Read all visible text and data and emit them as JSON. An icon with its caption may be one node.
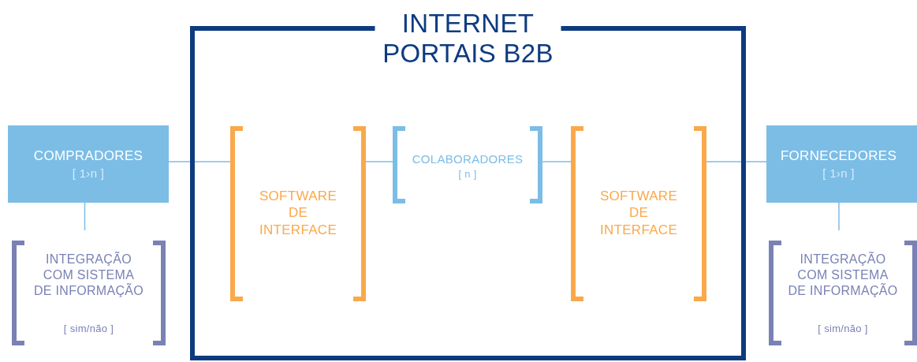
{
  "diagram": {
    "nodes": [
      {
        "text": [
          "INTERNET PORTAIS B2B"
        ]
      },
      {
        "text": [
          "COMPRADORES",
          "[ 1›n ]"
        ]
      },
      {
        "text": [
          "INTEGRAÇÃO COM SISTEMA DE INFORMAÇÃO",
          "[ sim/não ]"
        ]
      },
      {
        "text": [
          "SOFTWARE DE INTERFACE"
        ],
        "in": 0
      },
      {
        "text": [
          "COLABORADORES",
          "[ n ]"
        ],
        "in": 0
      },
      {
        "text": [
          "SOFTWARE DE INTERFACE"
        ],
        "in": 0
      },
      {
        "text": [
          "FORNECEDORES",
          "[ 1›n ]"
        ]
      },
      {
        "text": [
          "INTEGRAÇÃO COM SISTEMA DE INFORMAÇÃO",
          "[ sim/não ]"
        ]
      }
    ],
    "edges": [
      {
        "from": 1,
        "to": 2,
        "arrow": "none"
      },
      {
        "from": 1,
        "to": 3,
        "arrow": "none"
      },
      {
        "from": 3,
        "to": 4,
        "arrow": "none"
      },
      {
        "from": 4,
        "to": 5,
        "arrow": "none"
      },
      {
        "from": 5,
        "to": 6,
        "arrow": "none"
      },
      {
        "from": 6,
        "to": 7,
        "arrow": "none"
      }
    ]
  }
}
